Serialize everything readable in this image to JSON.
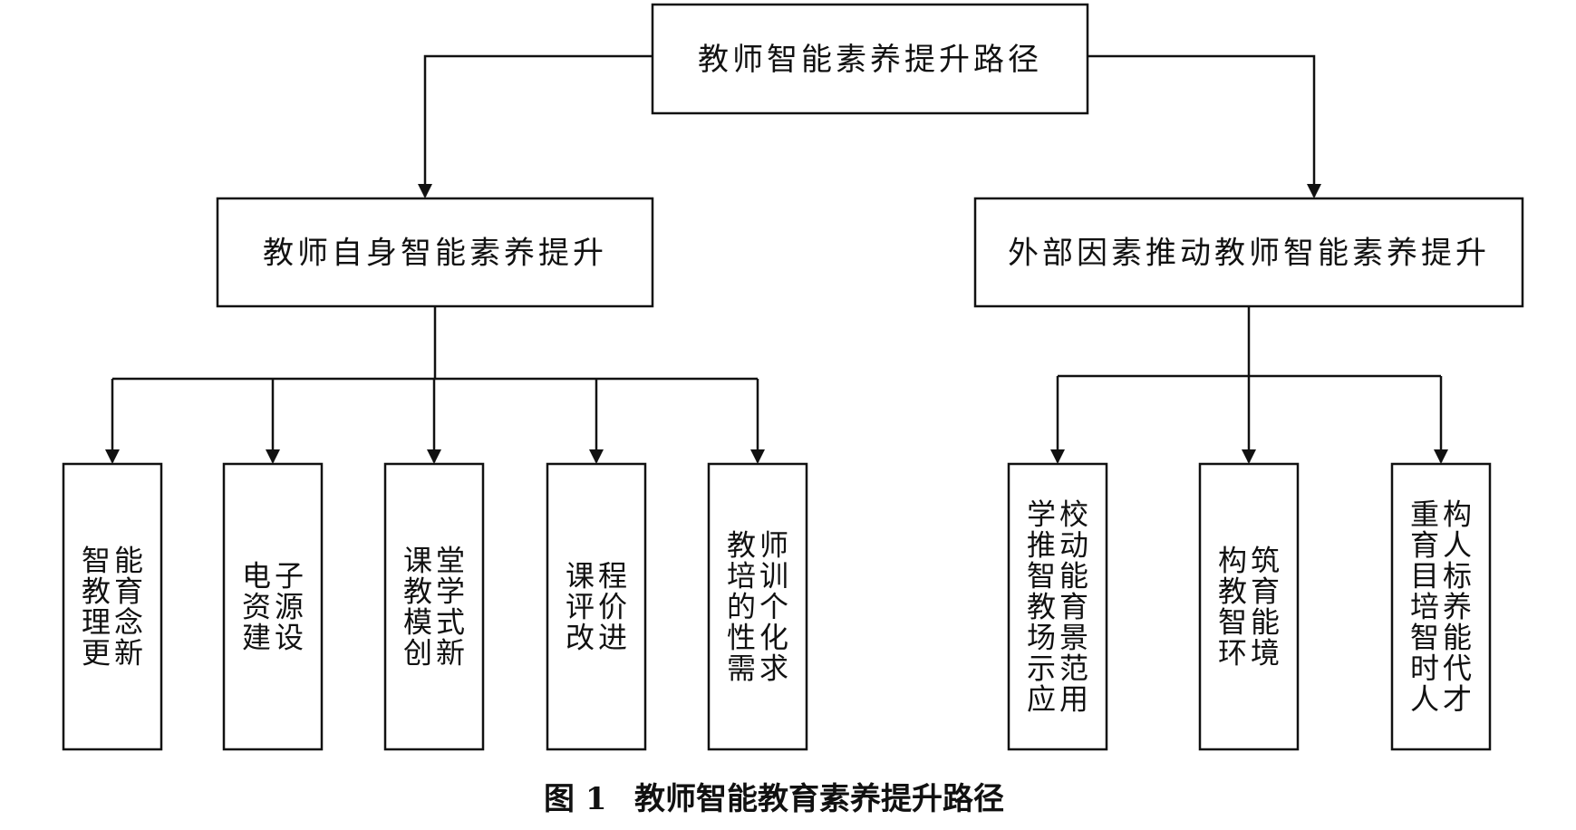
{
  "root": {
    "label": "教师智能素养提升路径"
  },
  "branches": [
    {
      "label": "教师自身智能素养提升",
      "children": [
        {
          "label": "智能教育理念更新",
          "columns": [
            "能育念新",
            "智教理更"
          ]
        },
        {
          "label": "电子资源建设",
          "columns": [
            "子源设",
            "电资建"
          ]
        },
        {
          "label": "课堂教学模式创新",
          "columns": [
            "堂学式新",
            "课教模创"
          ]
        },
        {
          "label": "课程评价改进",
          "columns": [
            "程价进",
            "课评改"
          ]
        },
        {
          "label": "教师培训的个性化需求",
          "columns": [
            "师训个化求",
            "教培的性需"
          ]
        }
      ]
    },
    {
      "label": "外部因素推动教师智能素养提升",
      "children": [
        {
          "label": "学校推动智能教育场景示范应用",
          "columns": [
            "校动能育景范用",
            "学推智教场示应"
          ]
        },
        {
          "label": "构筑教育智能环境",
          "columns": [
            "筑育能境",
            "构教智环"
          ]
        },
        {
          "label": "重构育人目标培养智能时代人才",
          "columns": [
            "构人标养能代才",
            "重育目培智时人"
          ]
        }
      ]
    }
  ],
  "caption": {
    "figure_number": "图 1",
    "title": "教师智能教育素养提升路径"
  }
}
